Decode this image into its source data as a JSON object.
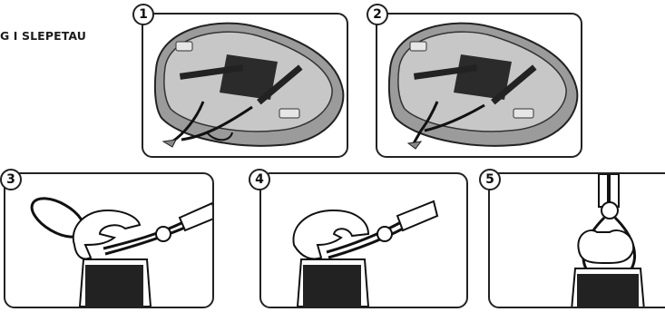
{
  "heading": "G I SLEPETAU",
  "steps": [
    {
      "number": "1"
    },
    {
      "number": "2"
    },
    {
      "number": "3"
    },
    {
      "number": "4"
    },
    {
      "number": "5"
    }
  ]
}
